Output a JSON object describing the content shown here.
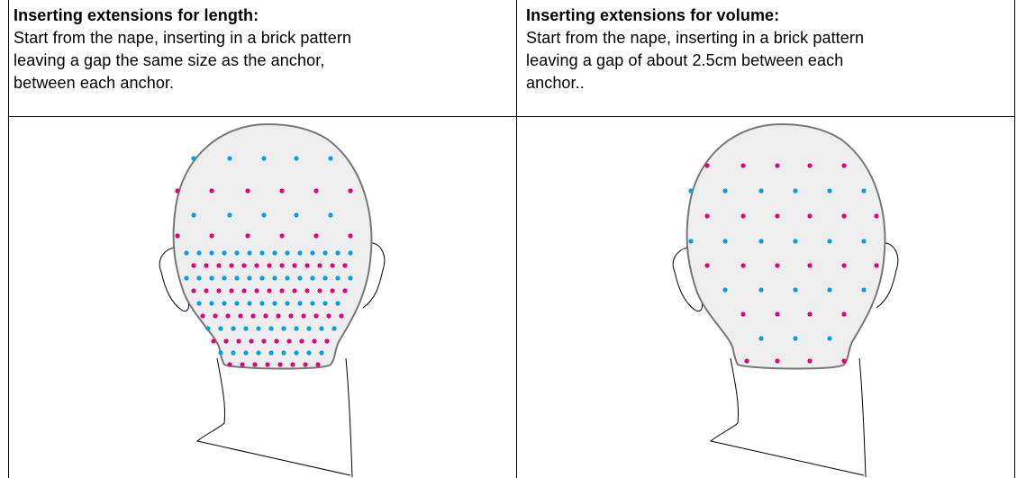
{
  "left_column": {
    "heading": "Inserting extensions for length:",
    "line1": "Start from the nape, inserting in a brick pattern",
    "line2": "leaving a gap the same size as the anchor,",
    "line3": "between each anchor."
  },
  "right_column": {
    "heading": "Inserting extensions for volume:",
    "line1": "Start from the nape, inserting in a brick pattern",
    "line2": "leaving a gap of about 2.5cm between each",
    "line3": "anchor.."
  },
  "colors": {
    "pink_dot": "#e6007e",
    "blue_dot": "#00a0e3",
    "head_fill": "#eeeeee",
    "head_stroke": "#777777"
  }
}
